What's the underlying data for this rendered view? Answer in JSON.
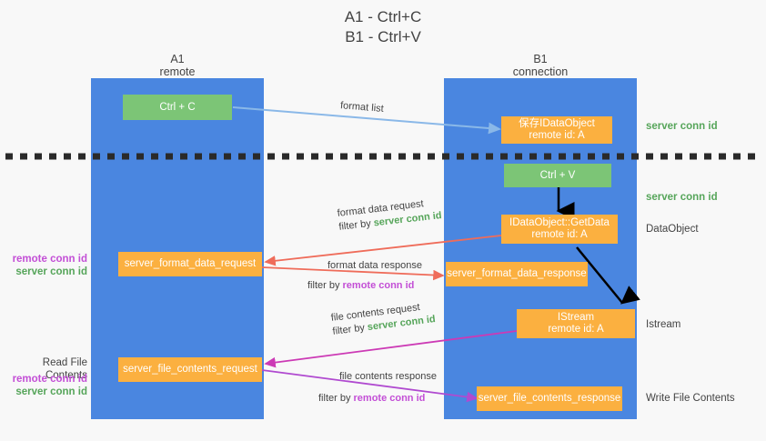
{
  "title": {
    "line1": "A1 - Ctrl+C",
    "line2": "B1 - Ctrl+V"
  },
  "columns": [
    {
      "name": "A1",
      "role": "remote"
    },
    {
      "name": "B1",
      "role": "connection"
    }
  ],
  "nodes": {
    "ctrl_c": {
      "label": "Ctrl + C",
      "color": "#7cc576"
    },
    "save_idataobject": {
      "line1": "保存IDataObject",
      "line2": "remote id: A",
      "color": "#fbb040"
    },
    "ctrl_v": {
      "label": "Ctrl + V",
      "color": "#7cc576"
    },
    "getdata": {
      "line1": "IDataObject::GetData",
      "line2": "remote id: A",
      "color": "#fbb040"
    },
    "istream": {
      "line1": "IStream",
      "line2": "remote id: A",
      "color": "#fbb040"
    },
    "format_data_request": {
      "label": "server_format_data_request",
      "color": "#fbb040"
    },
    "format_data_response": {
      "label": "server_format_data_response",
      "color": "#fbb040"
    },
    "file_contents_request": {
      "label": "server_file_contents_request",
      "color": "#fbb040"
    },
    "file_contents_response": {
      "label": "server_file_contents_response",
      "color": "#fbb040"
    }
  },
  "right_labels": {
    "server_conn_id_top": "server conn id",
    "server_conn_id_mid": "server conn id",
    "dataobject": "DataObject",
    "istream": "Istream",
    "write_file_contents": "Write File Contents"
  },
  "left_labels": {
    "remote_conn_id_1": "remote conn id",
    "server_conn_id_1": "server conn id",
    "read_file_contents": "Read File Contents",
    "remote_conn_id_2": "remote conn id",
    "server_conn_id_2": "server conn id"
  },
  "edges": {
    "format_list": "format list",
    "format_data_request": "format data request",
    "format_data_request_filter_prefix": "filter by ",
    "format_data_request_filter_value": "server conn id",
    "format_data_response": "format data response",
    "format_data_response_filter_prefix": "filter by ",
    "format_data_response_filter_value": "remote conn id",
    "file_contents_request": "file contents request",
    "file_contents_request_filter_prefix": "filter by ",
    "file_contents_request_filter_value": "server conn id",
    "file_contents_response": "file contents response",
    "file_contents_response_filter_prefix": "filter by ",
    "file_contents_response_filter_value": "remote conn id"
  },
  "colors": {
    "lane": "#4a86e0",
    "green_node": "#7cc576",
    "orange_node": "#fbb040",
    "green_text": "#56a55a",
    "purple_text": "#c34fd6",
    "arrow_light_blue": "#8ab8e8",
    "arrow_red": "#ef6c5a",
    "arrow_magenta": "#cc3ab5",
    "arrow_purple": "#b04ad0",
    "arrow_black": "#000000",
    "divider": "#2a2a2a"
  }
}
